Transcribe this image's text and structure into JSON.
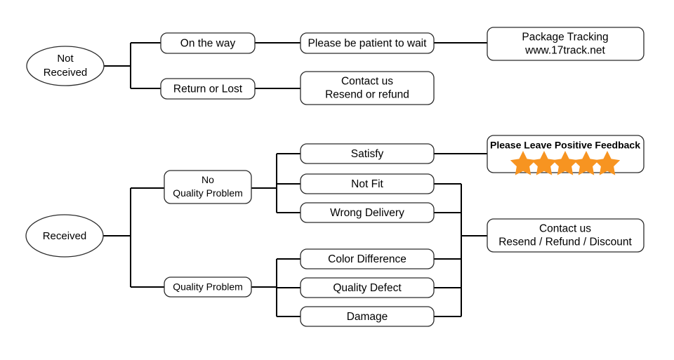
{
  "diagram": {
    "type": "flowchart",
    "title_visible": false,
    "background_color": "#ffffff",
    "line_color": "#000000",
    "node_fill": "#ffffff",
    "node_stroke": "#2b2b2b",
    "star_color": "#F79421"
  },
  "branch_not_received": {
    "root": {
      "line1": "Not",
      "line2": "Received"
    },
    "level1": [
      {
        "label": "On the way"
      },
      {
        "label": "Return or Lost"
      }
    ],
    "level2": [
      {
        "label": "Please be patient to wait"
      },
      {
        "line1": "Contact us",
        "line2": "Resend or refund"
      }
    ],
    "level3": [
      {
        "line1": "Package Tracking",
        "line2": "www.17track.net"
      }
    ]
  },
  "branch_received": {
    "root": {
      "label": "Received"
    },
    "level1": [
      {
        "line1": "No",
        "line2": "Quality Problem"
      },
      {
        "label": "Quality Problem"
      }
    ],
    "no_quality_problem_children": [
      {
        "label": "Satisfy"
      },
      {
        "label": "Not Fit"
      },
      {
        "label": "Wrong Delivery"
      }
    ],
    "quality_problem_children": [
      {
        "label": "Color Difference"
      },
      {
        "label": "Quality Defect"
      },
      {
        "label": "Damage"
      }
    ],
    "outcomes": [
      {
        "label": "Please Leave Positive Feedback",
        "stars": 5,
        "star_color": "#F79421"
      },
      {
        "line1": "Contact us",
        "line2": "Resend / Refund / Discount"
      }
    ]
  }
}
